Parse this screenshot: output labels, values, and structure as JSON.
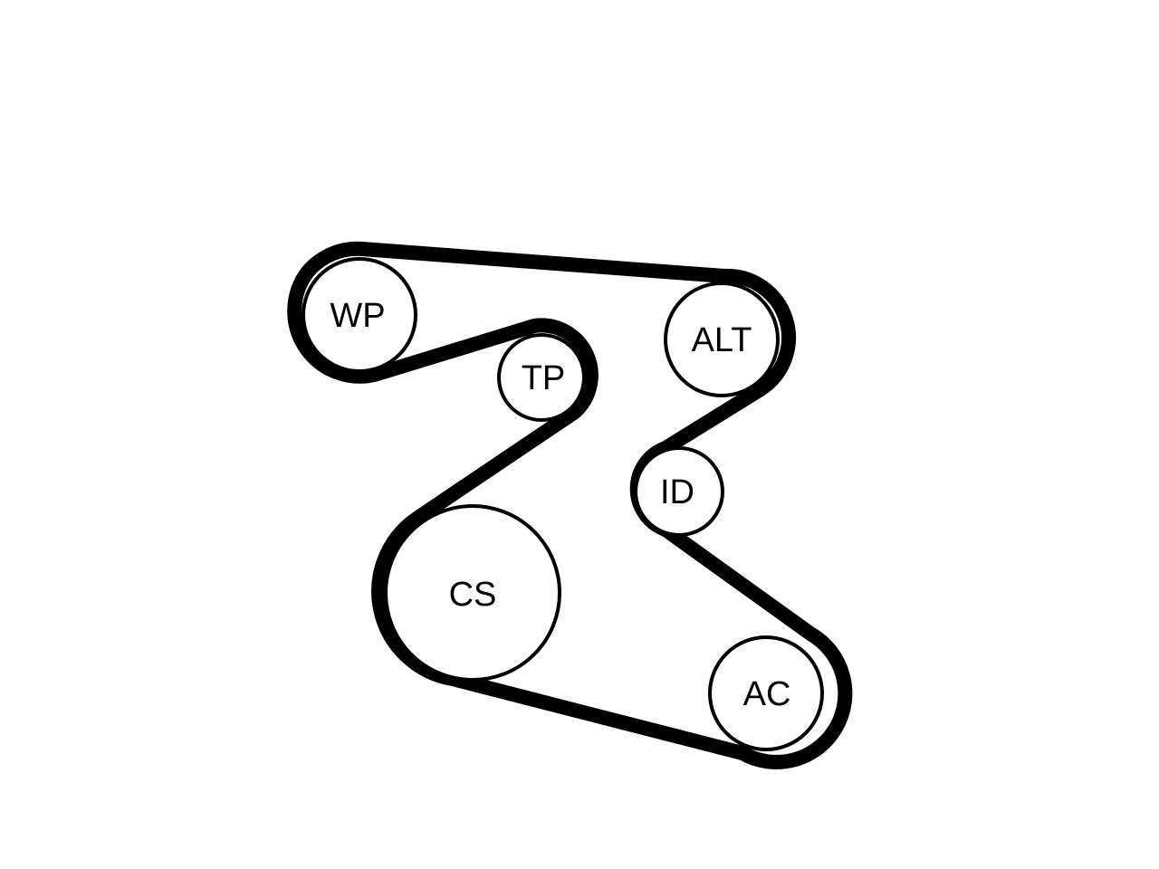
{
  "diagram": {
    "pulleys": {
      "wp": {
        "label": "WP"
      },
      "tp": {
        "label": "TP"
      },
      "alt": {
        "label": "ALT"
      },
      "id": {
        "label": "ID"
      },
      "cs": {
        "label": "CS"
      },
      "ac": {
        "label": "AC"
      }
    },
    "colors": {
      "belt": "#000000",
      "pulley_outline": "#000000",
      "background": "#ffffff"
    }
  }
}
